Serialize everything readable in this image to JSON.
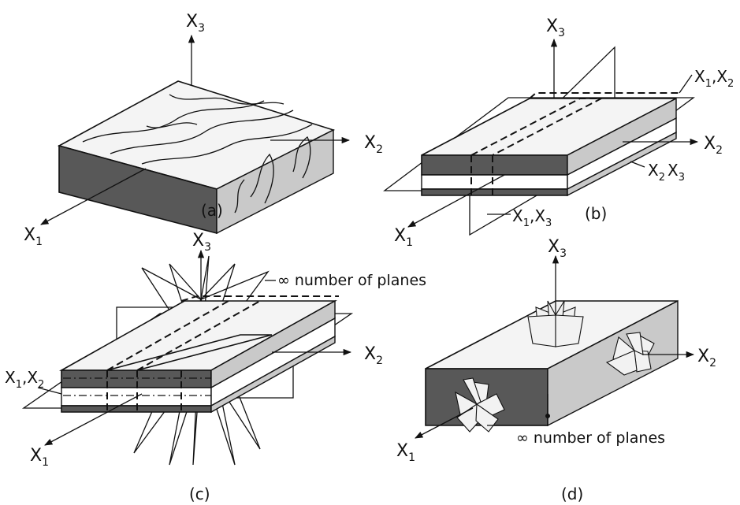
{
  "colors": {
    "ink": "#111111",
    "dark_face": "#585858",
    "speckled_face": "#c9c9c9",
    "top_face": "#f4f4f4",
    "background": "#ffffff"
  },
  "panels": {
    "a": {
      "caption": "(a)",
      "axes": {
        "x1": "X",
        "x1_sub": "1",
        "x2": "X",
        "x2_sub": "2",
        "x3": "X",
        "x3_sub": "3"
      }
    },
    "b": {
      "caption": "(b)",
      "axes": {
        "x1": "X",
        "x1_sub": "1",
        "x2": "X",
        "x2_sub": "2",
        "x3": "X",
        "x3_sub": "3"
      },
      "planes": {
        "x1x2": {
          "a": "X",
          "a_sub": "1",
          "sep": ",",
          "b": "X",
          "b_sub": "2"
        },
        "x2x3": {
          "a": "X",
          "a_sub": "2",
          "b": "X",
          "b_sub": "3"
        },
        "x1x3": {
          "a": "X",
          "a_sub": "1",
          "sep": ",",
          "b": "X",
          "b_sub": "3"
        }
      }
    },
    "c": {
      "caption": "(c)",
      "axes": {
        "x1": "X",
        "x1_sub": "1",
        "x2": "X",
        "x2_sub": "2",
        "x3": "X",
        "x3_sub": "3"
      },
      "planes": {
        "x1x2": {
          "a": "X",
          "a_sub": "1",
          "sep": ",",
          "b": "X",
          "b_sub": "2"
        }
      },
      "annotation": "∞ number of planes"
    },
    "d": {
      "caption": "(d)",
      "axes": {
        "x1": "X",
        "x1_sub": "1",
        "x2": "X",
        "x2_sub": "2",
        "x3": "X",
        "x3_sub": "3"
      },
      "annotation": "∞ number of planes"
    }
  }
}
